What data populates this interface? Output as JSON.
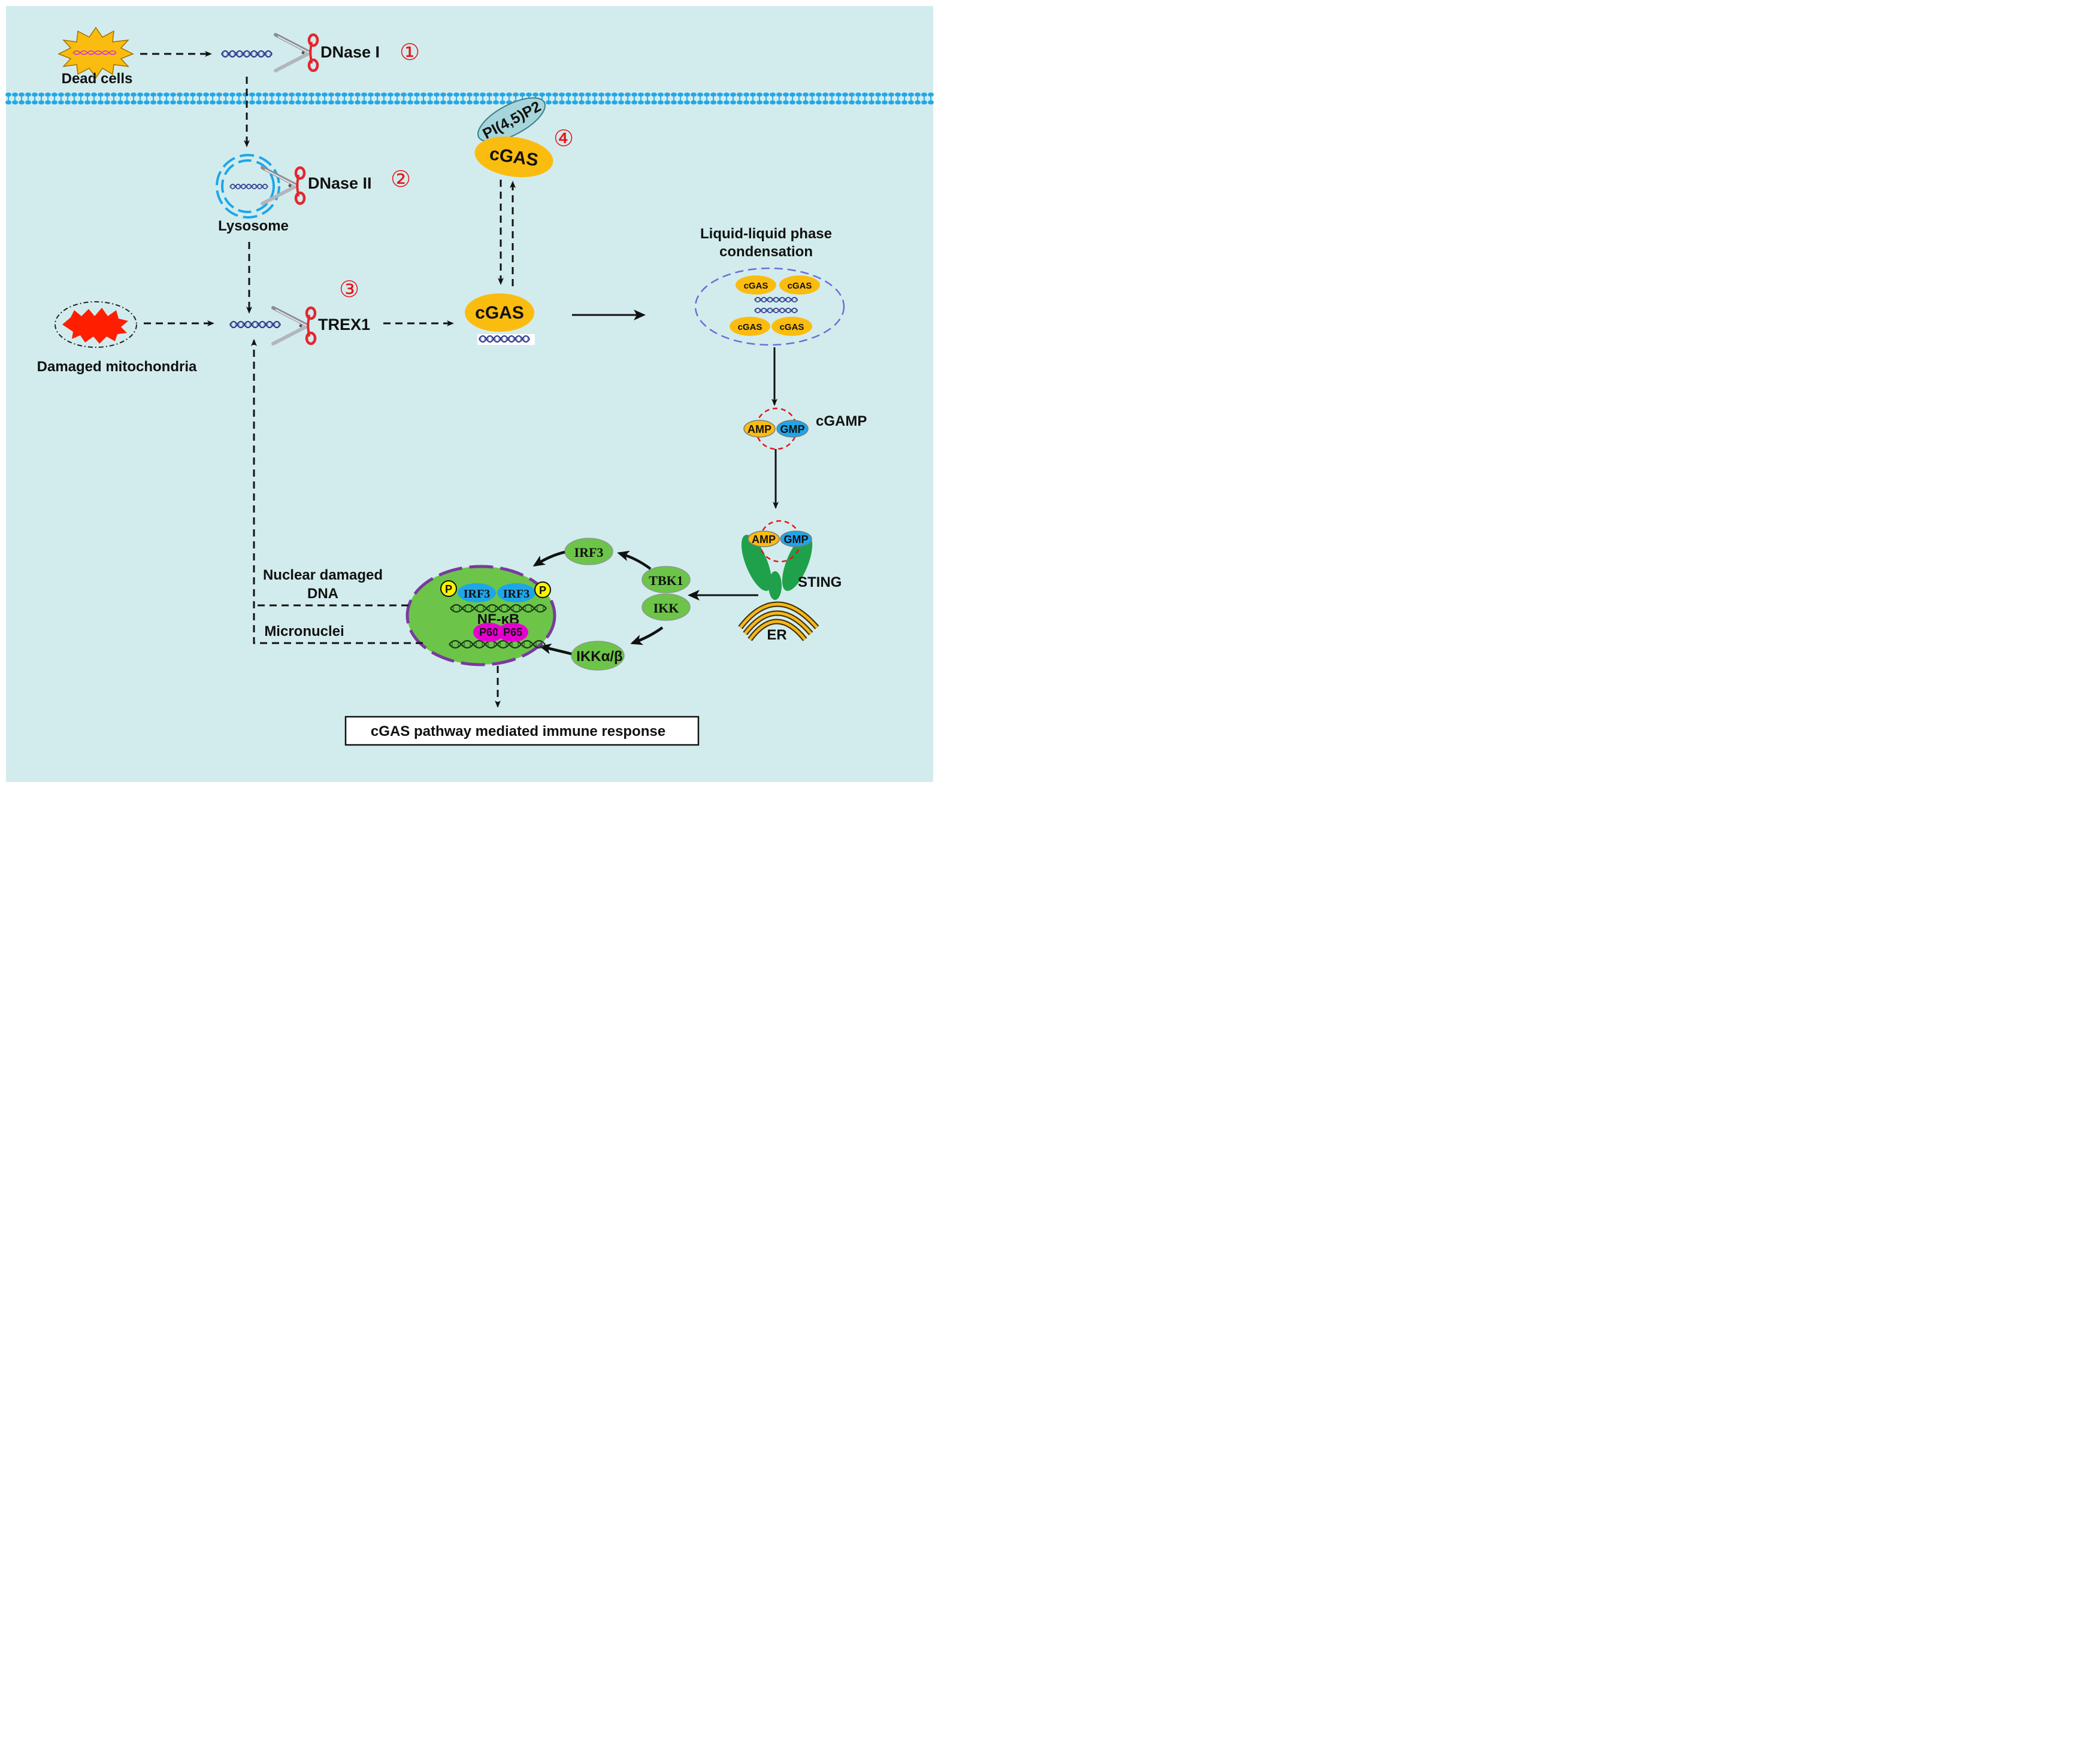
{
  "colors": {
    "background": "#d2eced",
    "membrane": "#23a8e6",
    "cgas": "#fbbc10",
    "ifr": "#1ea6e9",
    "green": "#6cc548",
    "magenta": "#e600cf",
    "nucleus_border": "#7a3a9f",
    "red_number": "#e8141b",
    "scissors_handle": "#e4262f",
    "er": "#f4b61a",
    "condensate_border": "#6a6fd8"
  },
  "labels": {
    "dead_cells": "Dead cells",
    "dnase1": "DNase I",
    "num1": "①",
    "pi45p2": "PI(4,5)P2",
    "num4": "④",
    "cgas_membrane": "cGAS",
    "dnase2": "DNase II",
    "num2": "②",
    "lysosome": "Lysosome",
    "num3": "③",
    "trex1": "TREX1",
    "damaged_mito": "Damaged mitochondria",
    "cgas_dna": "cGAS",
    "llps_line1": "Liquid-liquid phase",
    "llps_line2": "condensation",
    "cond_cgas_1": "cGAS",
    "cond_cgas_2": "cGAS",
    "cond_cgas_3": "cGAS",
    "cond_cgas_4": "cGAS",
    "amp_1": "AMP",
    "gmp_1": "GMP",
    "cgamp": "cGAMP",
    "amp_2": "AMP",
    "gmp_2": "GMP",
    "sting": "STING",
    "er": "ER",
    "irf3_cyto": "IRF3",
    "tbk1": "TBK1",
    "ikk": "IKK",
    "ikk_ab": "IKKα/β",
    "nuclear_damaged_line1": "Nuclear damaged",
    "nuclear_damaged_line2": "DNA",
    "micronuclei": "Micronuclei",
    "p_left": "P",
    "p_right": "P",
    "irf3_nuc_1": "IRF3",
    "irf3_nuc_2": "IRF3",
    "nfkb": "NF-κB",
    "p60": "P60",
    "p65": "P65",
    "immune_response": "cGAS pathway mediated immune response"
  }
}
